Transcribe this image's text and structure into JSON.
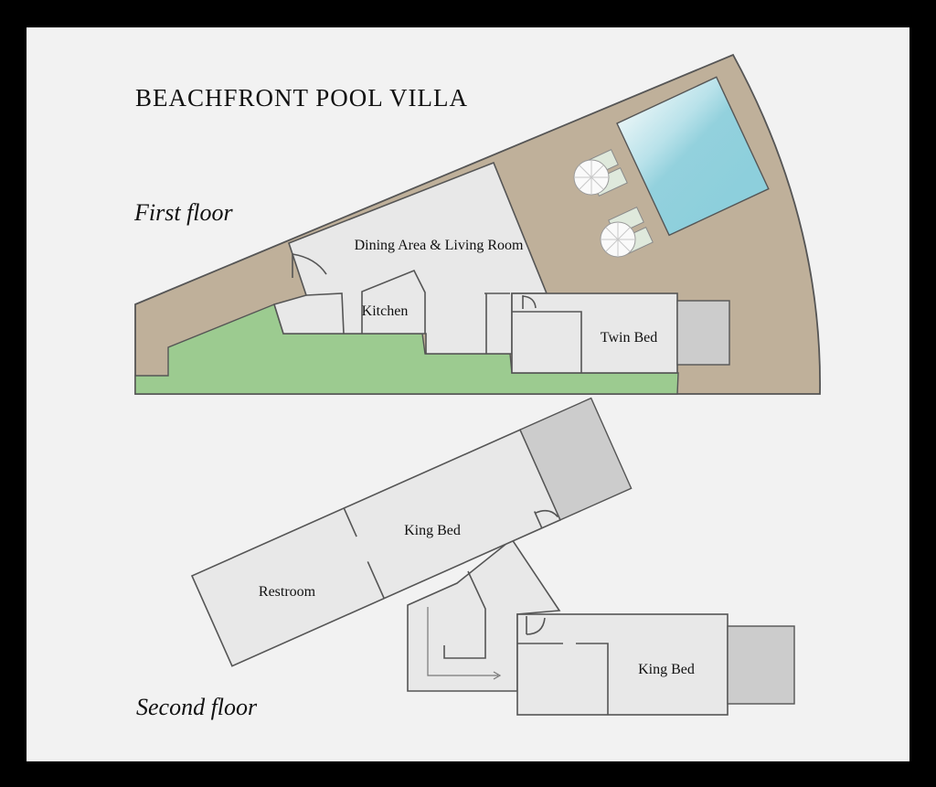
{
  "title": "BEACHFRONT POOL VILLA",
  "floors": [
    {
      "label": "First floor",
      "rooms": [
        "Dining Area & Living Room",
        "Kitchen",
        "Twin Bed"
      ]
    },
    {
      "label": "Second floor",
      "rooms": [
        "King Bed",
        "Restroom",
        "King Bed"
      ]
    }
  ],
  "colors": {
    "frame": "#000000",
    "paper": "#f2f2f2",
    "deck": "#bfb09a",
    "lawn": "#9ccb90",
    "room": "#e8e8e8",
    "balcony": "#cccccc",
    "pool_water": "#8fd0dc",
    "wall": "#555555"
  },
  "icons": [
    "pool",
    "sun-lounger",
    "parasol",
    "door-swing",
    "stair-arrow"
  ]
}
